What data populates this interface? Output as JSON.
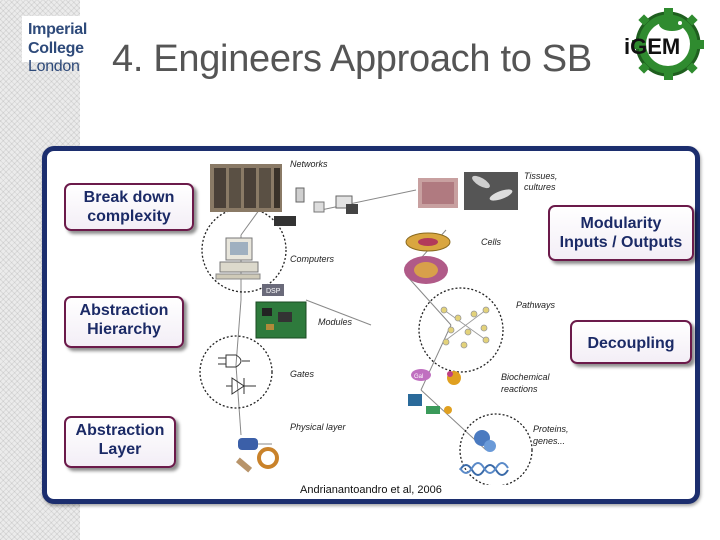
{
  "header": {
    "logo_line1": "Imperial College",
    "logo_line2": "London",
    "title": "4. Engineers Approach to SB",
    "igem_logo_text": "iGEM"
  },
  "principles": {
    "break_down": {
      "line1": "Break down",
      "line2": "complexity"
    },
    "modularity": {
      "line1": "Modularity",
      "line2": "Inputs / Outputs"
    },
    "abstraction_hierarchy": {
      "line1": "Abstraction",
      "line2": "Hierarchy"
    },
    "decoupling": {
      "line1": "Decoupling"
    },
    "abstraction_layer": {
      "line1": "Abstraction",
      "line2": "Layer"
    }
  },
  "diagram": {
    "left_labels": [
      "Networks",
      "Computers",
      "Modules",
      "Gates",
      "Physical layer"
    ],
    "right_labels": [
      "Tissues,",
      "cultures",
      "Cells",
      "Pathways",
      "Biochemical",
      "reactions",
      "Proteins,",
      "genes..."
    ],
    "chip_label": "DSP",
    "reaction_label": "Gal"
  },
  "citation": "Andrianantoandro et al, 2006",
  "colors": {
    "frame": "#1c2e6e",
    "label_border": "#6b1a4a",
    "label_text": "#1b2a66",
    "igem_green": "#2f8b2f"
  }
}
